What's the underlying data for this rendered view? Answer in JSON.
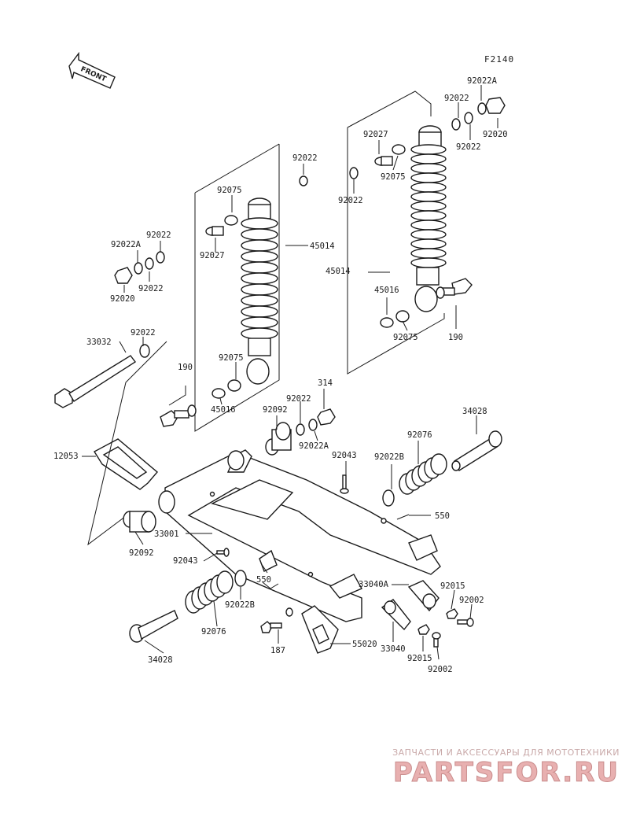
{
  "figure_code": "F2140",
  "front_arrow_label": "FRONT",
  "labels": {
    "l01": "92022A",
    "l02": "92022",
    "l03": "92020",
    "l04": "92022",
    "l05": "92027",
    "l06": "92075",
    "l07": "92022",
    "l08": "92022",
    "l09": "45014",
    "l10": "45016",
    "l11": "92075",
    "l12": "190",
    "l13": "92022",
    "l14": "92075",
    "l15": "92027",
    "l16": "45014",
    "l17": "92022",
    "l18": "92022A",
    "l19": "92020",
    "l20": "92022",
    "l21": "33032",
    "l22": "92022",
    "l23": "190",
    "l24": "92075",
    "l25": "45016",
    "l26": "314",
    "l27": "92022",
    "l28": "92092",
    "l29": "92022A",
    "l30": "34028",
    "l31": "92076",
    "l32": "92043",
    "l33": "92022B",
    "l34": "12053",
    "l35": "550",
    "l36": "33001",
    "l37": "92092",
    "l38": "92043",
    "l39": "550",
    "l40": "33040A",
    "l41": "92015",
    "l42": "92002",
    "l43": "92022B",
    "l44": "92076",
    "l45": "187",
    "l46": "55020",
    "l47": "33040",
    "l48": "92015",
    "l49": "92002",
    "l50": "34028"
  },
  "watermark": {
    "tagline": "ЗАПЧАСТИ И АКСЕССУАРЫ ДЛЯ МОТОТЕХНИКИ",
    "brand": "PARTSFOR.RU",
    "brand_color": "#e8b0b0"
  }
}
